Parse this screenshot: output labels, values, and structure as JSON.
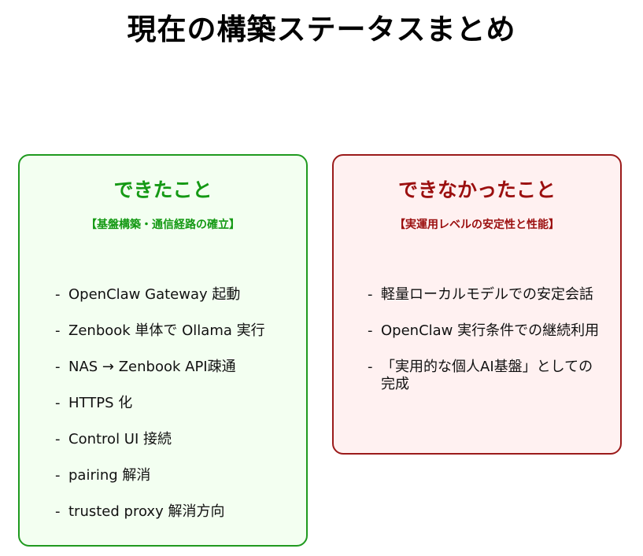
{
  "title": "現在の構築ステータスまとめ",
  "panels": {
    "done": {
      "heading": "できたこと",
      "subheading": "【基盤構築・通信経路の確立】",
      "bullet": "-",
      "items": [
        "OpenClaw Gateway 起動",
        "Zenbook 単体で Ollama 実行",
        "NAS → Zenbook API疎通",
        "HTTPS 化",
        "Control UI 接続",
        "pairing 解消",
        "trusted proxy 解消方向"
      ],
      "colors": {
        "accent": "#149914",
        "border": "#1f9a1f",
        "background": "#f3fff1"
      }
    },
    "not_done": {
      "heading": "できなかったこと",
      "subheading": "【実運用レベルの安定性と性能】",
      "bullet": "-",
      "items": [
        "軽量ローカルモデルでの安定会話",
        "OpenClaw 実行条件での継続利用",
        "「実用的な個人AI基盤」としての完成"
      ],
      "colors": {
        "accent": "#9b0f0f",
        "border": "#9b1a1a",
        "background": "#fff1f1"
      }
    }
  }
}
